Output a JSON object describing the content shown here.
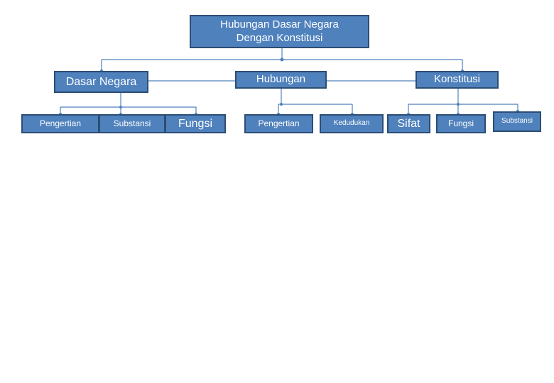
{
  "diagram": {
    "root": {
      "line1": "Hubungan Dasar Negara",
      "line2": "Dengan Konstitusi"
    },
    "level1": {
      "dasar_negara": "Dasar Negara",
      "hubungan": "Hubungan",
      "konstitusi": "Konstitusi"
    },
    "level2": {
      "dn_pengertian": "Pengertian",
      "dn_substansi": "Substansi",
      "dn_fungsi": "Fungsi",
      "hub_pengertian": "Pengertian",
      "hub_kedudukan": "Kedudukan",
      "k_sifat": "Sifat",
      "k_fungsi": "Fungsi",
      "k_substansi": "Substansi"
    },
    "colors": {
      "box_fill": "#4f81bd",
      "box_border": "#2c4d75",
      "connector": "#4f81bd"
    }
  }
}
